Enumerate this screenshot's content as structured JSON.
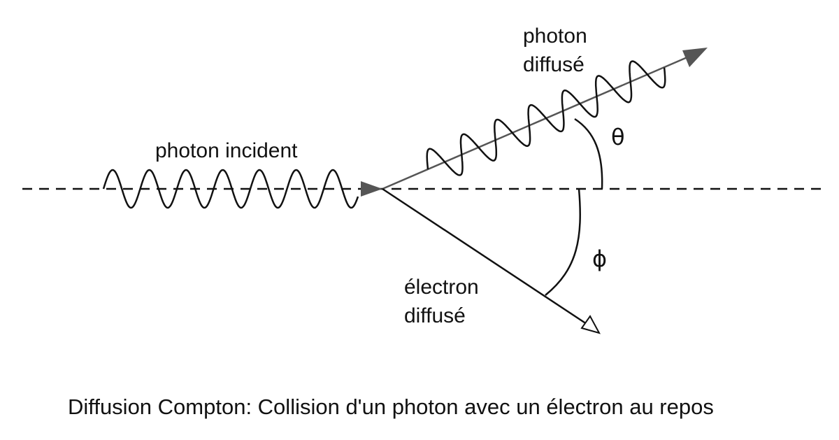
{
  "diagram": {
    "labels": {
      "incident_photon": "photon incident",
      "scattered_photon_line1": "photon",
      "scattered_photon_line2": "diffusé",
      "scattered_electron_line1": "électron",
      "scattered_electron_line2": "diffusé",
      "theta": "θ",
      "phi": "ϕ"
    },
    "caption": "Diffusion Compton: Collision d'un photon avec un électron au repos"
  },
  "colors": {
    "stroke": "#111111",
    "background": "#ffffff",
    "arrowhead_filled": "#555555"
  }
}
